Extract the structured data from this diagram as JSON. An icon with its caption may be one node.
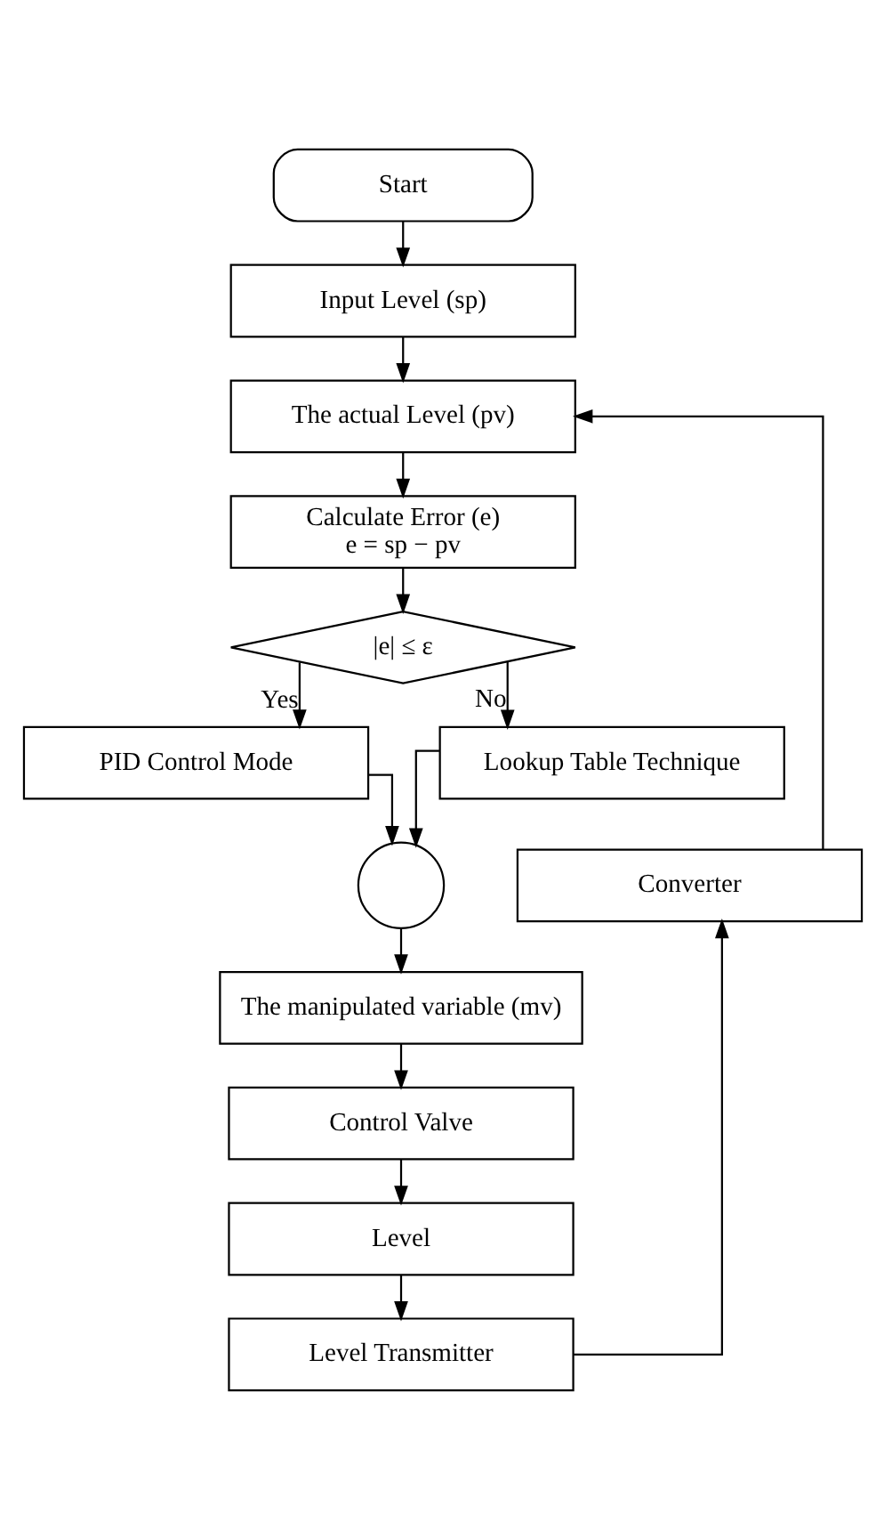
{
  "diagram": {
    "nodes": [
      {
        "text": [
          "Start"
        ]
      },
      {
        "text": [
          "Input Level (sp)"
        ]
      },
      {
        "text": [
          "The actual Level (pv)"
        ]
      },
      {
        "text": [
          "Calculate Error (e)",
          "e = sp − pv"
        ]
      },
      {
        "text": [
          "|e| ≤ ε"
        ]
      },
      {
        "text": [
          "PID Control Mode"
        ]
      },
      {
        "text": [
          "Lookup Table Technique"
        ]
      },
      {
        "text": [],
        "shape": "circle"
      },
      {
        "text": [
          "The manipulated variable (mv)"
        ]
      },
      {
        "text": [
          "Control Valve"
        ]
      },
      {
        "text": [
          "Level"
        ]
      },
      {
        "text": [
          "Level Transmitter"
        ]
      },
      {
        "text": [
          "Converter"
        ]
      }
    ],
    "edges": [
      {
        "from": 0,
        "to": 1,
        "arrow": "to"
      },
      {
        "from": 1,
        "to": 2,
        "arrow": "to"
      },
      {
        "from": 2,
        "to": 3,
        "arrow": "to"
      },
      {
        "from": 3,
        "to": 4,
        "arrow": "to"
      },
      {
        "from": 4,
        "to": 5,
        "arrow": "to",
        "label": "Yes"
      },
      {
        "from": 4,
        "to": 6,
        "arrow": "to",
        "label": "No"
      },
      {
        "from": 5,
        "to": 7,
        "arrow": "to"
      },
      {
        "from": 6,
        "to": 7,
        "arrow": "to"
      },
      {
        "from": 7,
        "to": 8,
        "arrow": "to"
      },
      {
        "from": 8,
        "to": 9,
        "arrow": "to"
      },
      {
        "from": 9,
        "to": 10,
        "arrow": "to"
      },
      {
        "from": 10,
        "to": 11,
        "arrow": "to"
      },
      {
        "from": 11,
        "to": 12,
        "arrow": "to"
      },
      {
        "from": 12,
        "to": 2,
        "arrow": "to"
      }
    ]
  }
}
